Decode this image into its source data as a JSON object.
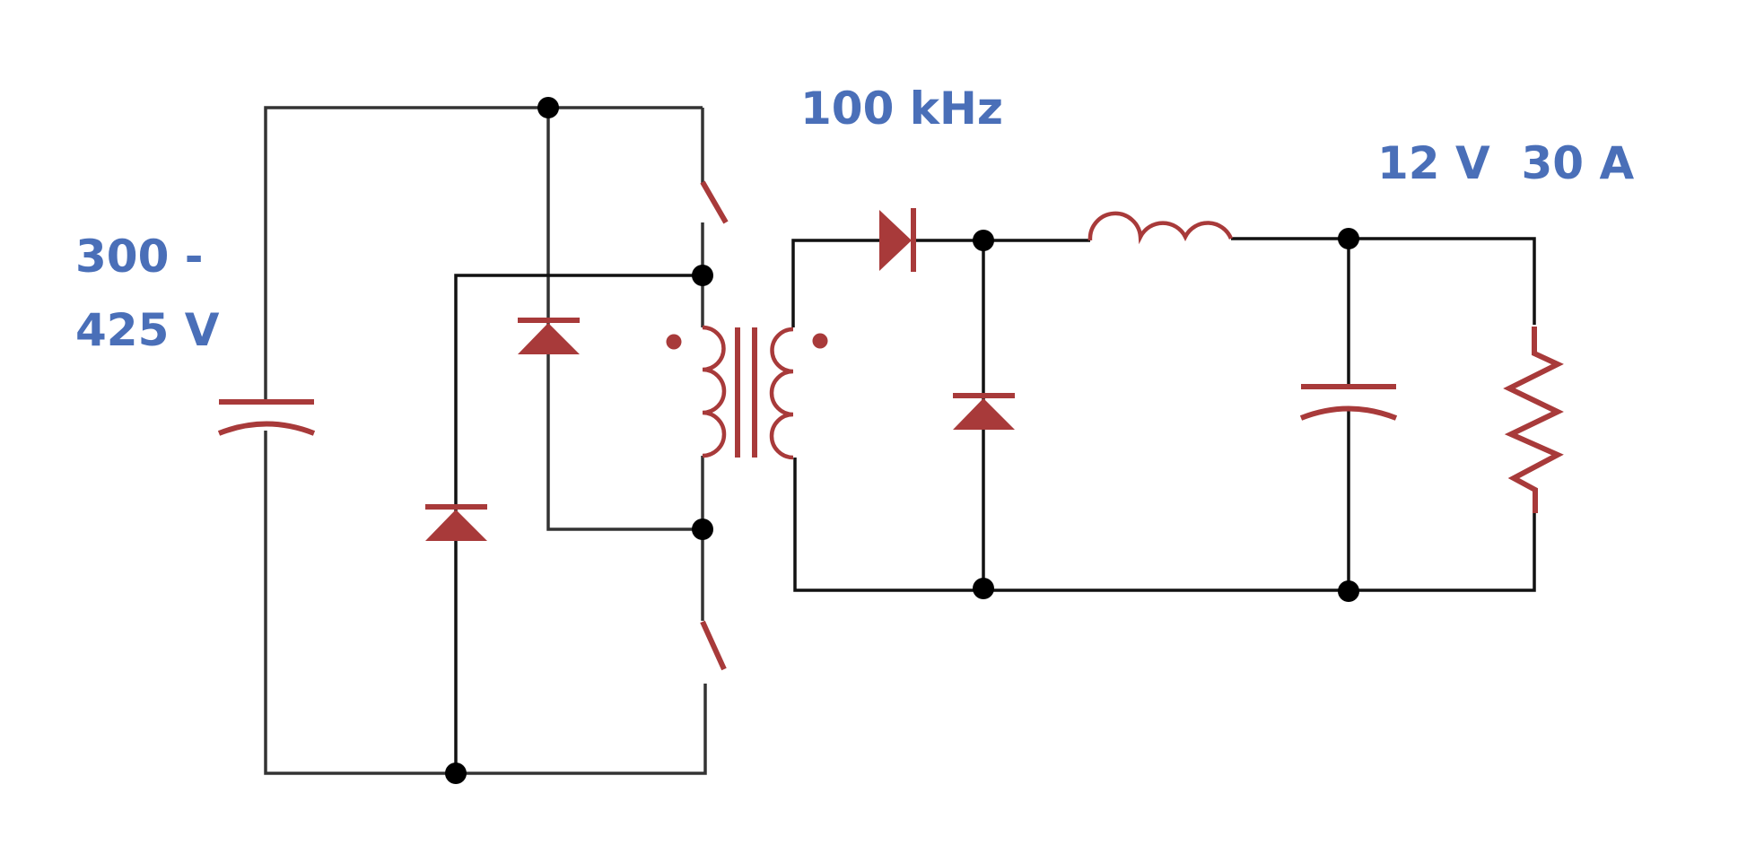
{
  "labels": {
    "input_voltage_line1": "300 -",
    "input_voltage_line2": "425 V",
    "frequency": "100 kHz",
    "output": "12 V  30 A"
  },
  "colors": {
    "label": "#4a6fb8",
    "component": "#a83a3a",
    "wire": "#333333",
    "node": "#000000",
    "background": "#ffffff"
  }
}
